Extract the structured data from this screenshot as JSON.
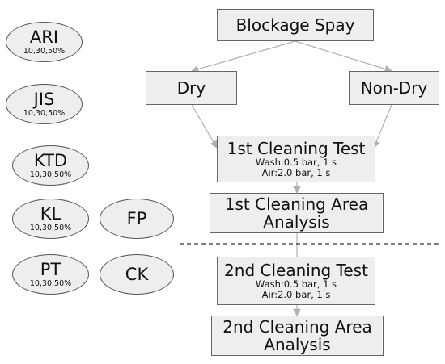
{
  "materials": [
    {
      "name": "ARI",
      "sub": "10,30,50%"
    },
    {
      "name": "JIS",
      "sub": "10,30,50%"
    },
    {
      "name": "KTD",
      "sub": "10,30,50%"
    },
    {
      "name": "KL",
      "sub": "10,30,50%"
    },
    {
      "name": "PT",
      "sub": "10,30,50%"
    },
    {
      "name": "FP"
    },
    {
      "name": "CK"
    }
  ],
  "flow": {
    "blockage": "Blockage Spay",
    "dry": "Dry",
    "nondry": "Non-Dry",
    "test1": {
      "title": "1st Cleaning Test",
      "wash": "Wash:0.5 bar, 1 s",
      "air": "Air:2.0 bar, 1 s"
    },
    "analysis1": {
      "line1": "1st Cleaning Area",
      "line2": "Analysis"
    },
    "test2": {
      "title": "2nd Cleaning Test",
      "wash": "Wash:0.5 bar, 1 s",
      "air": "Air:2.0 bar, 1 s"
    },
    "analysis2": {
      "line1": "2nd Cleaning Area",
      "line2": "Analysis"
    }
  },
  "colors": {
    "box_fill": "#eeeeee",
    "border": "#555555",
    "arrow": "#b0b0b0",
    "divider": "#333333"
  }
}
